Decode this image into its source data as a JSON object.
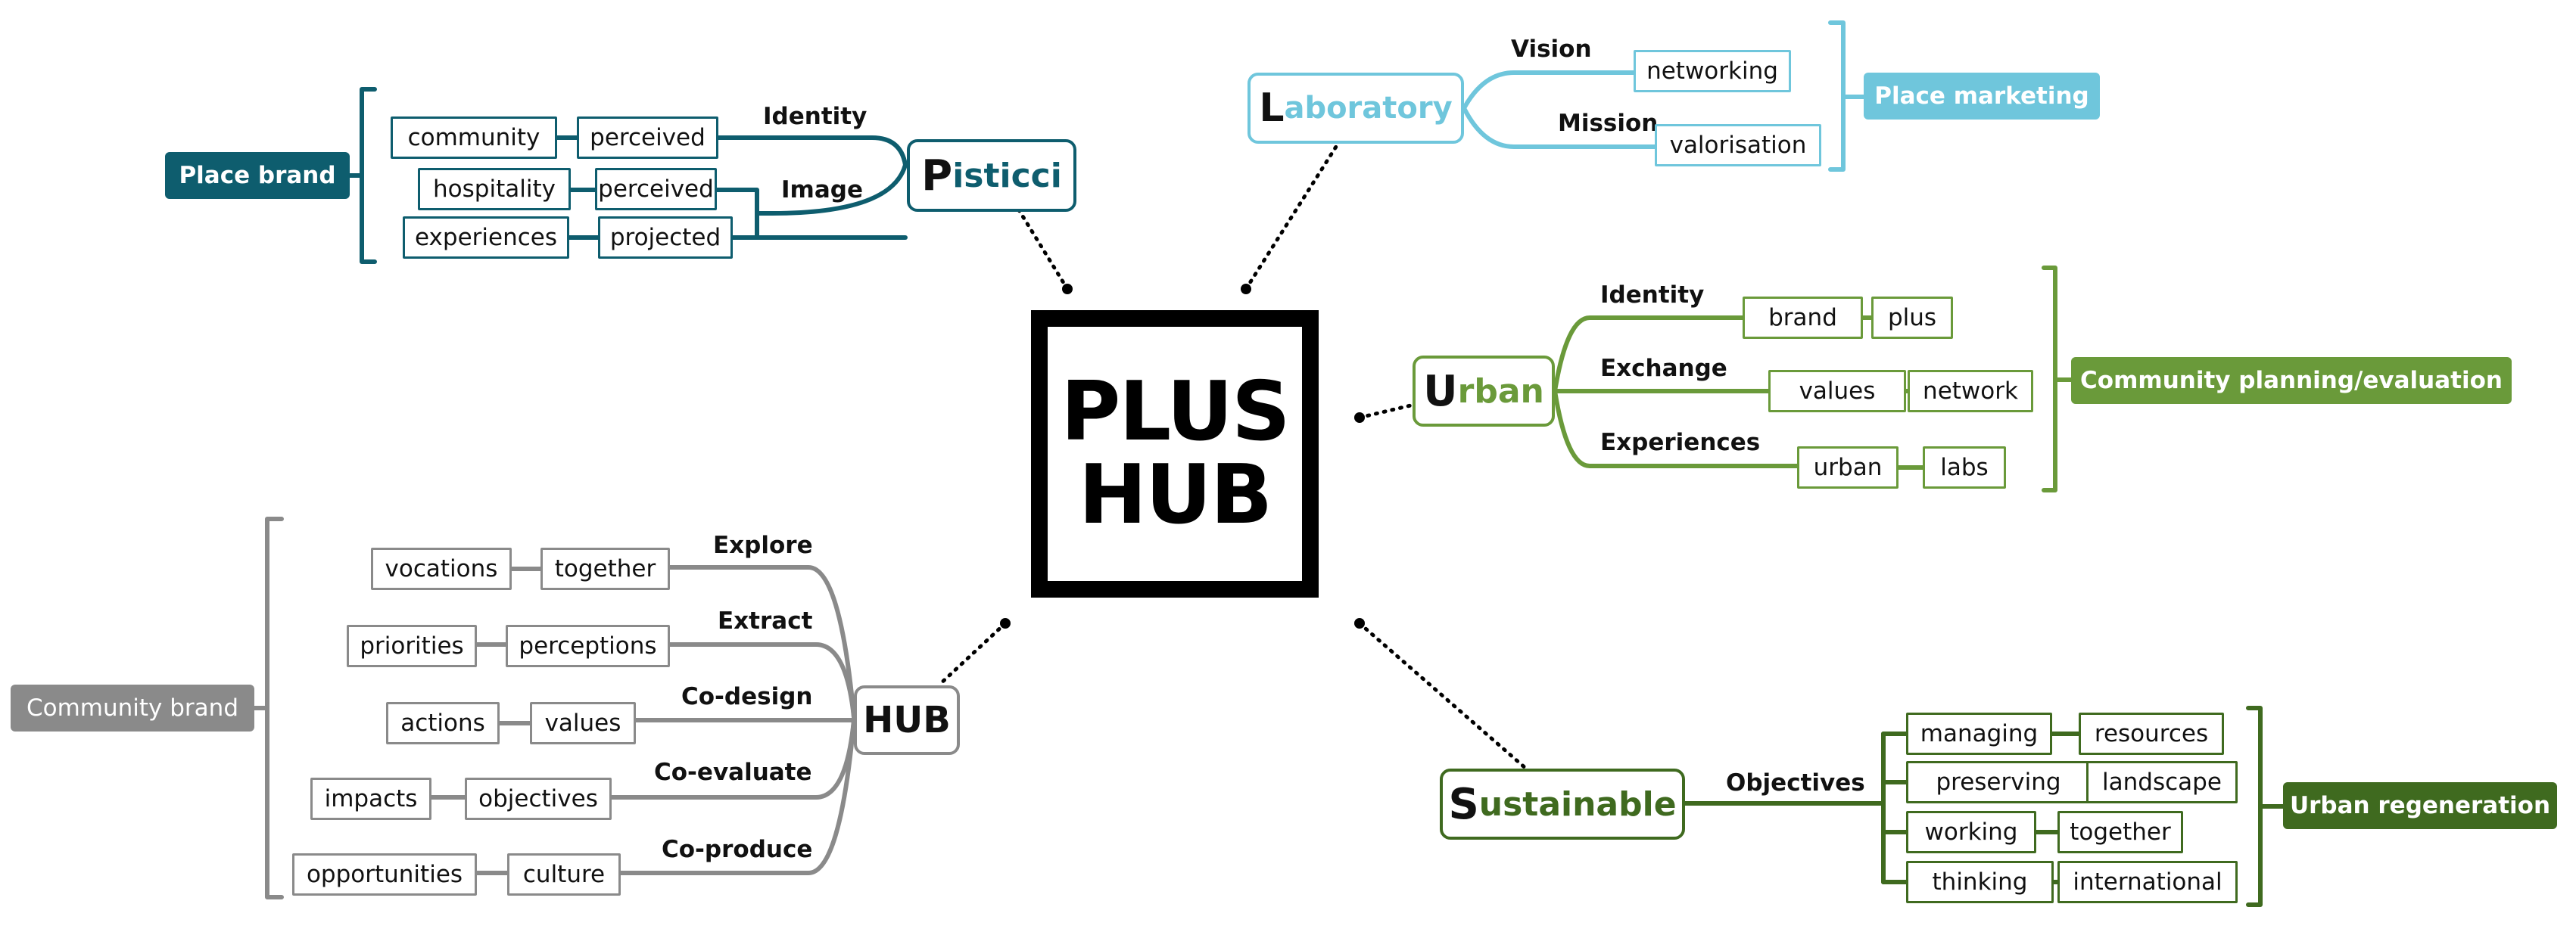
{
  "center": {
    "line1": "PLUS",
    "line2": "HUB"
  },
  "colors": {
    "teal": "#0e5d6e",
    "light_blue": "#6fc6dc",
    "green": "#6a9a3a",
    "dark_green": "#3f6a1f",
    "grey": "#8a8a8a"
  },
  "pisticci": {
    "first_letter": "P",
    "rest": "isticci",
    "tag": "Place brand",
    "branches": [
      {
        "label": "Identity",
        "words": [
          "community",
          "perceived"
        ]
      },
      {
        "label": "Image",
        "words": [
          "hospitality",
          "perceived",
          "experiences",
          "projected"
        ]
      }
    ]
  },
  "laboratory": {
    "first_letter": "L",
    "rest": "aboratory",
    "tag": "Place marketing",
    "branches": [
      {
        "label": "Vision",
        "words": [
          "networking"
        ]
      },
      {
        "label": "Mission",
        "words": [
          "valorisation"
        ]
      }
    ]
  },
  "urban": {
    "first_letter": "U",
    "rest": "rban",
    "tag": "Community planning/evaluation",
    "branches": [
      {
        "label": "Identity",
        "words": [
          "brand",
          "plus"
        ]
      },
      {
        "label": "Exchange",
        "words": [
          "values",
          "network"
        ]
      },
      {
        "label": "Experiences",
        "words": [
          "urban",
          "labs"
        ]
      }
    ]
  },
  "hub": {
    "name": "HUB",
    "tag": "Community brand",
    "branches": [
      {
        "label": "Explore",
        "words": [
          "vocations",
          "together"
        ]
      },
      {
        "label": "Extract",
        "words": [
          "priorities",
          "perceptions"
        ]
      },
      {
        "label": "Co-design",
        "words": [
          "actions",
          "values"
        ]
      },
      {
        "label": "Co-evaluate",
        "words": [
          "impacts",
          "objectives"
        ]
      },
      {
        "label": "Co-produce",
        "words": [
          "opportunities",
          "culture"
        ]
      }
    ]
  },
  "sustainable": {
    "first_letter": "S",
    "rest": "ustainable",
    "tag": "Urban regeneration",
    "branch_label": "Objectives",
    "rows": [
      [
        "managing",
        "resources"
      ],
      [
        "preserving",
        "landscape"
      ],
      [
        "working",
        "together"
      ],
      [
        "thinking",
        "international"
      ]
    ]
  }
}
